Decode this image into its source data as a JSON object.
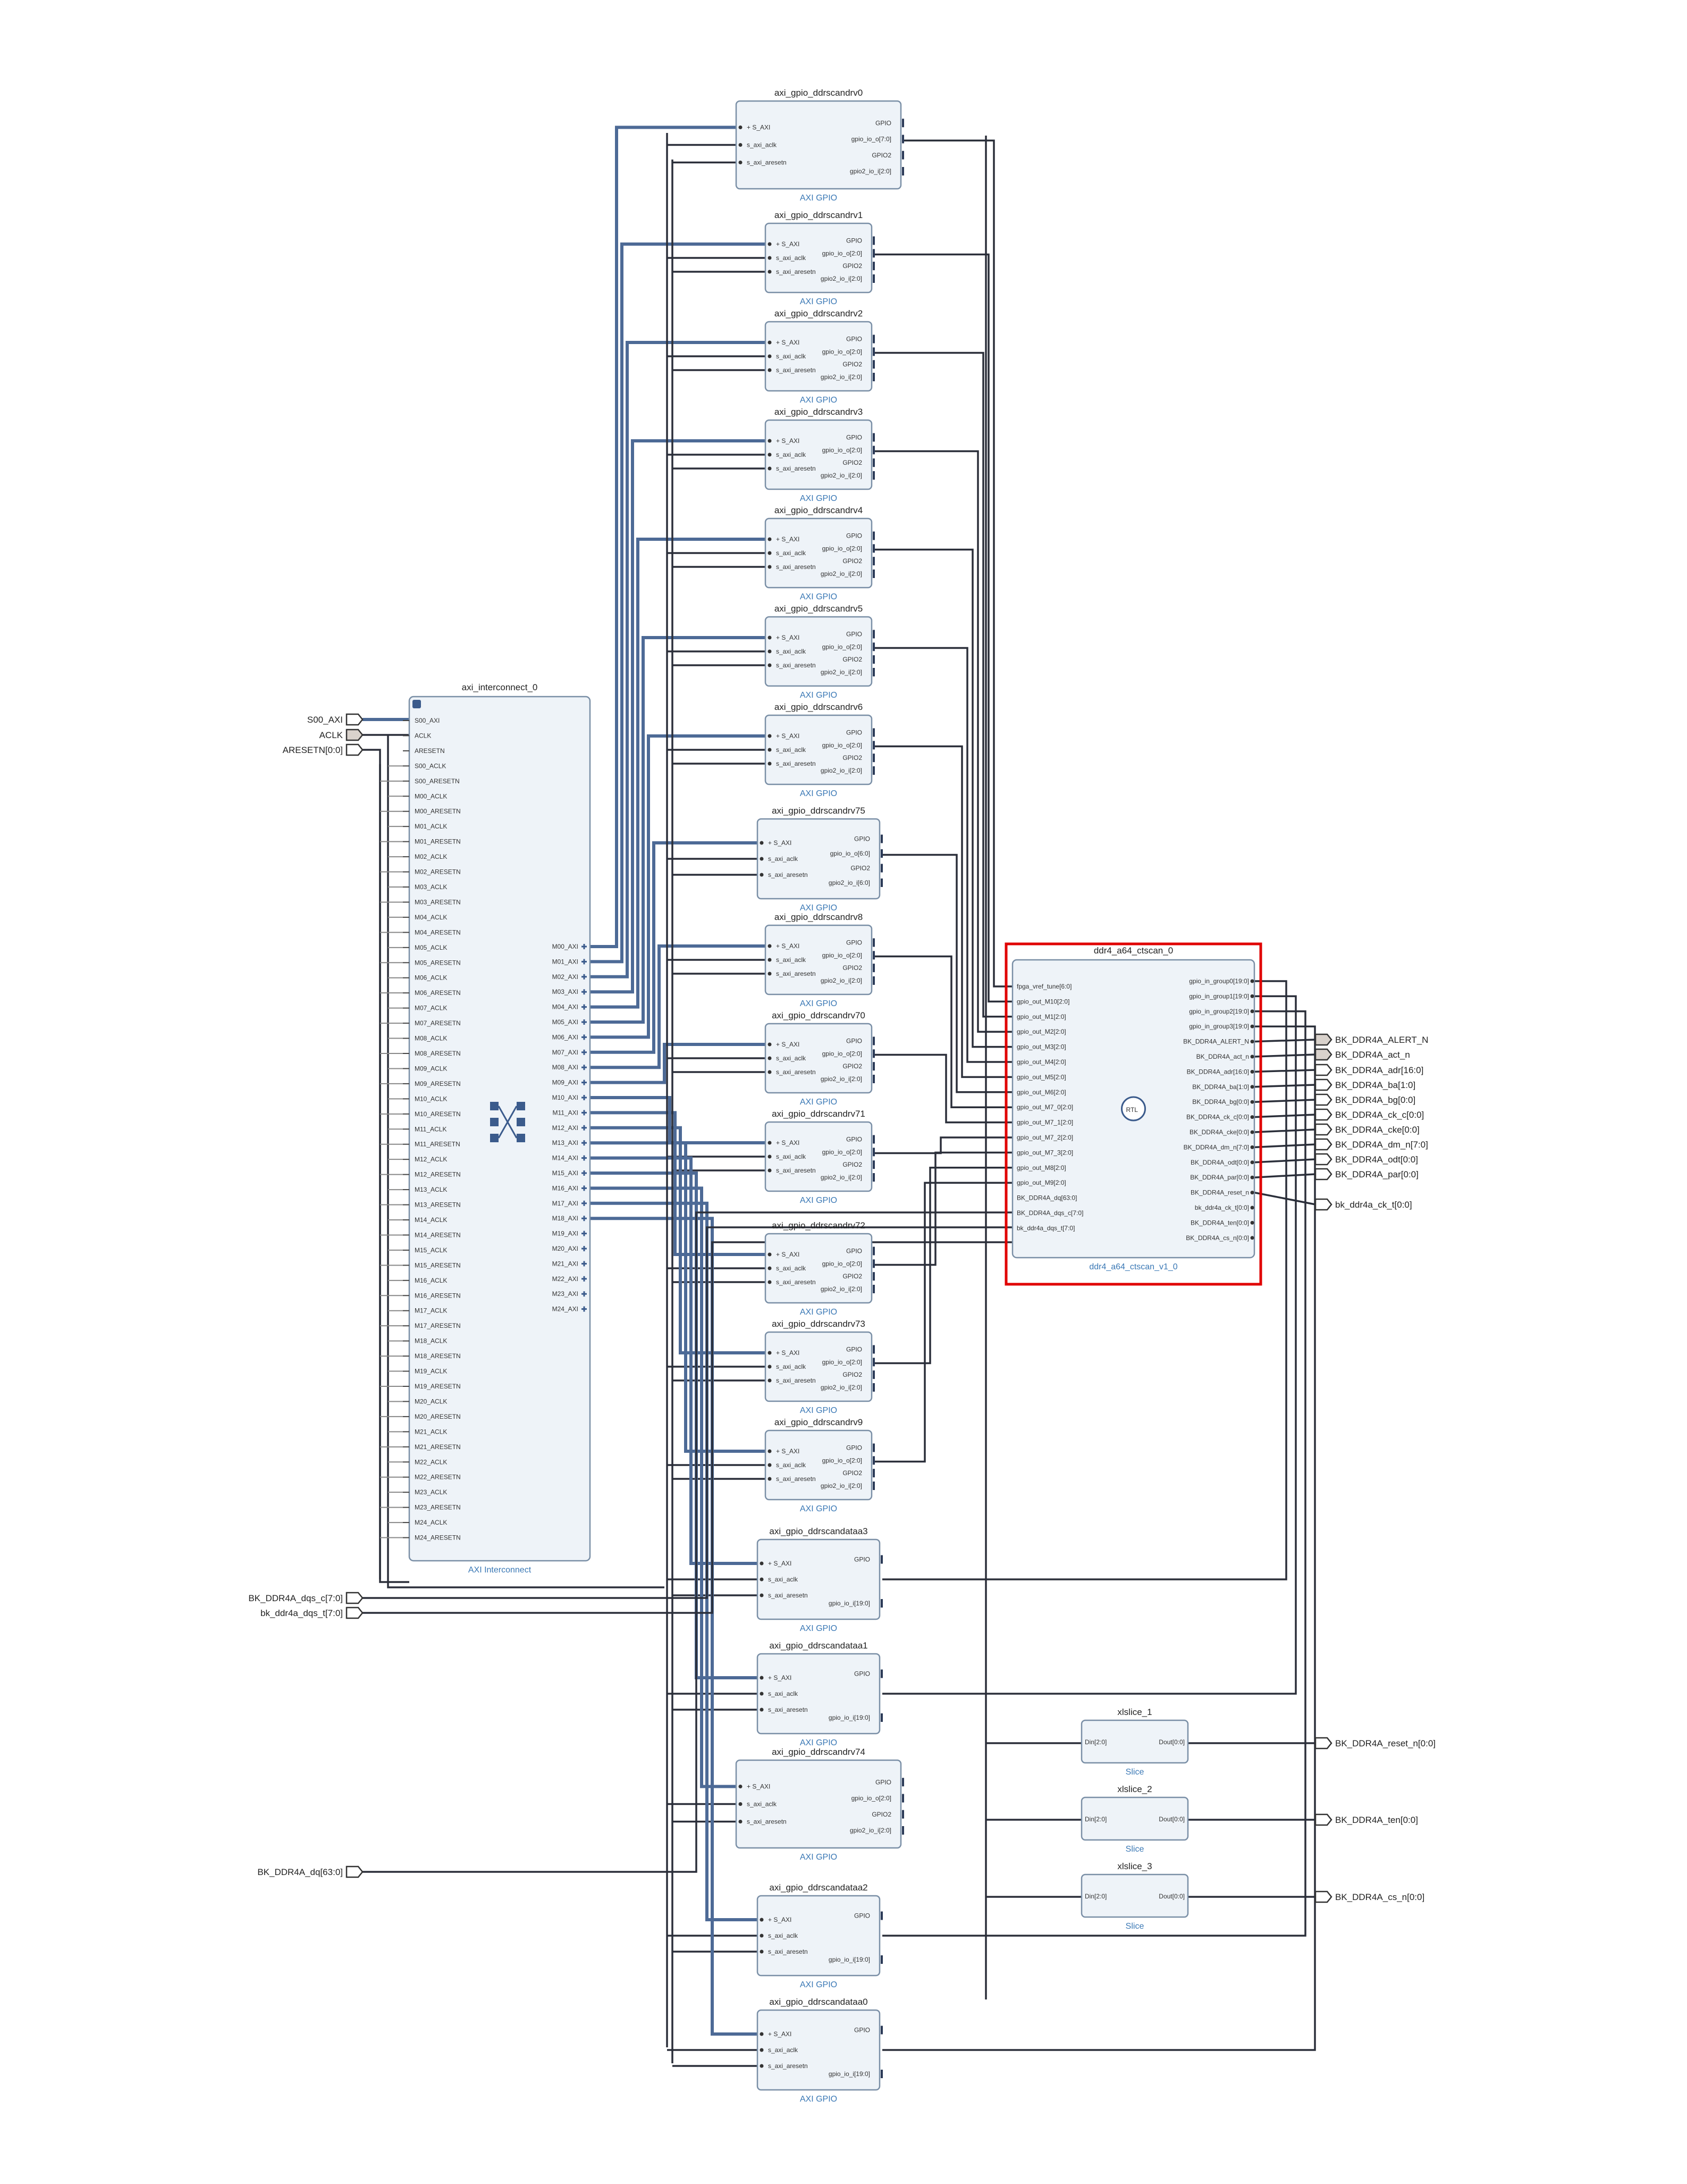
{
  "diagram": {
    "interconnect": {
      "title": "axi_interconnect_0",
      "subtitle": "AXI Interconnect",
      "left_pins": [
        "S00_AXI",
        "ACLK",
        "ARESETN",
        "S00_ACLK",
        "S00_ARESETN",
        "M00_ACLK",
        "M00_ARESETN",
        "M01_ACLK",
        "M01_ARESETN",
        "M02_ACLK",
        "M02_ARESETN",
        "M03_ACLK",
        "M03_ARESETN",
        "M04_ACLK",
        "M04_ARESETN",
        "M05_ACLK",
        "M05_ARESETN",
        "M06_ACLK",
        "M06_ARESETN",
        "M07_ACLK",
        "M07_ARESETN",
        "M08_ACLK",
        "M08_ARESETN",
        "M09_ACLK",
        "M09_ARESETN",
        "M10_ACLK",
        "M10_ARESETN",
        "M11_ACLK",
        "M11_ARESETN",
        "M12_ACLK",
        "M12_ARESETN",
        "M13_ACLK",
        "M13_ARESETN",
        "M14_ACLK",
        "M14_ARESETN",
        "M15_ACLK",
        "M15_ARESETN",
        "M16_ACLK",
        "M16_ARESETN",
        "M17_ACLK",
        "M17_ARESETN",
        "M18_ACLK",
        "M18_ARESETN",
        "M19_ACLK",
        "M19_ARESETN",
        "M20_ACLK",
        "M20_ARESETN",
        "M21_ACLK",
        "M21_ARESETN",
        "M22_ACLK",
        "M22_ARESETN",
        "M23_ACLK",
        "M23_ARESETN",
        "M24_ACLK",
        "M24_ARESETN"
      ],
      "right_pins": [
        "M00_AXI",
        "M01_AXI",
        "M02_AXI",
        "M03_AXI",
        "M04_AXI",
        "M05_AXI",
        "M06_AXI",
        "M07_AXI",
        "M08_AXI",
        "M09_AXI",
        "M10_AXI",
        "M11_AXI",
        "M12_AXI",
        "M13_AXI",
        "M14_AXI",
        "M15_AXI",
        "M16_AXI",
        "M17_AXI",
        "M18_AXI",
        "M19_AXI",
        "M20_AXI",
        "M21_AXI",
        "M22_AXI",
        "M23_AXI",
        "M24_AXI"
      ]
    },
    "gpio_blocks": [
      {
        "name": "axi_gpio_ddrscandrv0",
        "subtitle": "AXI GPIO",
        "left": [
          "S_AXI",
          "s_axi_aclk",
          "s_axi_aresetn"
        ],
        "right": [
          "GPIO",
          "gpio_io_o[7:0]",
          "GPIO2",
          "gpio2_io_i[2:0]"
        ]
      },
      {
        "name": "axi_gpio_ddrscandrv1",
        "subtitle": "AXI GPIO",
        "left": [
          "S_AXI",
          "s_axi_aclk",
          "s_axi_aresetn"
        ],
        "right": [
          "GPIO",
          "gpio_io_o[2:0]",
          "GPIO2",
          "gpio2_io_i[2:0]"
        ]
      },
      {
        "name": "axi_gpio_ddrscandrv2",
        "subtitle": "AXI GPIO",
        "left": [
          "S_AXI",
          "s_axi_aclk",
          "s_axi_aresetn"
        ],
        "right": [
          "GPIO",
          "gpio_io_o[2:0]",
          "GPIO2",
          "gpio2_io_i[2:0]"
        ]
      },
      {
        "name": "axi_gpio_ddrscandrv3",
        "subtitle": "AXI GPIO",
        "left": [
          "S_AXI",
          "s_axi_aclk",
          "s_axi_aresetn"
        ],
        "right": [
          "GPIO",
          "gpio_io_o[2:0]",
          "GPIO2",
          "gpio2_io_i[2:0]"
        ]
      },
      {
        "name": "axi_gpio_ddrscandrv4",
        "subtitle": "AXI GPIO",
        "left": [
          "S_AXI",
          "s_axi_aclk",
          "s_axi_aresetn"
        ],
        "right": [
          "GPIO",
          "gpio_io_o[2:0]",
          "GPIO2",
          "gpio2_io_i[2:0]"
        ]
      },
      {
        "name": "axi_gpio_ddrscandrv5",
        "subtitle": "AXI GPIO",
        "left": [
          "S_AXI",
          "s_axi_aclk",
          "s_axi_aresetn"
        ],
        "right": [
          "GPIO",
          "gpio_io_o[2:0]",
          "GPIO2",
          "gpio2_io_i[2:0]"
        ]
      },
      {
        "name": "axi_gpio_ddrscandrv6",
        "subtitle": "AXI GPIO",
        "left": [
          "S_AXI",
          "s_axi_aclk",
          "s_axi_aresetn"
        ],
        "right": [
          "GPIO",
          "gpio_io_o[2:0]",
          "GPIO2",
          "gpio2_io_i[2:0]"
        ]
      },
      {
        "name": "axi_gpio_ddrscandrv75",
        "subtitle": "AXI GPIO",
        "left": [
          "S_AXI",
          "s_axi_aclk",
          "s_axi_aresetn"
        ],
        "right": [
          "GPIO",
          "gpio_io_o[6:0]",
          "GPIO2",
          "gpio2_io_i[6:0]"
        ]
      },
      {
        "name": "axi_gpio_ddrscandrv8",
        "subtitle": "AXI GPIO",
        "left": [
          "S_AXI",
          "s_axi_aclk",
          "s_axi_aresetn"
        ],
        "right": [
          "GPIO",
          "gpio_io_o[2:0]",
          "GPIO2",
          "gpio2_io_i[2:0]"
        ]
      },
      {
        "name": "axi_gpio_ddrscandrv70",
        "subtitle": "AXI GPIO",
        "left": [
          "S_AXI",
          "s_axi_aclk",
          "s_axi_aresetn"
        ],
        "right": [
          "GPIO",
          "gpio_io_o[2:0]",
          "GPIO2",
          "gpio2_io_i[2:0]"
        ]
      },
      {
        "name": "axi_gpio_ddrscandrv71",
        "subtitle": "AXI GPIO",
        "left": [
          "S_AXI",
          "s_axi_aclk",
          "s_axi_aresetn"
        ],
        "right": [
          "GPIO",
          "gpio_io_o[2:0]",
          "GPIO2",
          "gpio2_io_i[2:0]"
        ]
      },
      {
        "name": "axi_gpio_ddrscandrv72",
        "subtitle": "AXI GPIO",
        "left": [
          "S_AXI",
          "s_axi_aclk",
          "s_axi_aresetn"
        ],
        "right": [
          "GPIO",
          "gpio_io_o[2:0]",
          "GPIO2",
          "gpio2_io_i[2:0]"
        ]
      },
      {
        "name": "axi_gpio_ddrscandrv73",
        "subtitle": "AXI GPIO",
        "left": [
          "S_AXI",
          "s_axi_aclk",
          "s_axi_aresetn"
        ],
        "right": [
          "GPIO",
          "gpio_io_o[2:0]",
          "GPIO2",
          "gpio2_io_i[2:0]"
        ]
      },
      {
        "name": "axi_gpio_ddrscandrv9",
        "subtitle": "AXI GPIO",
        "left": [
          "S_AXI",
          "s_axi_aclk",
          "s_axi_aresetn"
        ],
        "right": [
          "GPIO",
          "gpio_io_o[2:0]",
          "GPIO2",
          "gpio2_io_i[2:0]"
        ]
      },
      {
        "name": "axi_gpio_ddrscandataa3",
        "subtitle": "AXI GPIO",
        "left": [
          "S_AXI",
          "s_axi_aclk",
          "s_axi_aresetn"
        ],
        "right": [
          "GPIO",
          "gpio_io_i[19:0]"
        ]
      },
      {
        "name": "axi_gpio_ddrscandataa1",
        "subtitle": "AXI GPIO",
        "left": [
          "S_AXI",
          "s_axi_aclk",
          "s_axi_aresetn"
        ],
        "right": [
          "GPIO",
          "gpio_io_i[19:0]"
        ]
      },
      {
        "name": "axi_gpio_ddrscandrv74",
        "subtitle": "AXI GPIO",
        "left": [
          "S_AXI",
          "s_axi_aclk",
          "s_axi_aresetn"
        ],
        "right": [
          "GPIO",
          "gpio_io_o[2:0]",
          "GPIO2",
          "gpio2_io_i[2:0]"
        ]
      },
      {
        "name": "axi_gpio_ddrscandataa2",
        "subtitle": "AXI GPIO",
        "left": [
          "S_AXI",
          "s_axi_aclk",
          "s_axi_aresetn"
        ],
        "right": [
          "GPIO",
          "gpio_io_i[19:0]"
        ]
      },
      {
        "name": "axi_gpio_ddrscandataa0",
        "subtitle": "AXI GPIO",
        "left": [
          "S_AXI",
          "s_axi_aclk",
          "s_axi_aresetn"
        ],
        "right": [
          "GPIO",
          "gpio_io_i[19:0]"
        ]
      }
    ],
    "ddr_block": {
      "title": "ddr4_a64_ctscan_0",
      "subtitle": "ddr4_a64_ctscan_v1_0",
      "rtl_label": "RTL",
      "left": [
        "fpga_vref_tune[6:0]",
        "gpio_out_M10[2:0]",
        "gpio_out_M1[2:0]",
        "gpio_out_M2[2:0]",
        "gpio_out_M3[2:0]",
        "gpio_out_M4[2:0]",
        "gpio_out_M5[2:0]",
        "gpio_out_M6[2:0]",
        "gpio_out_M7_0[2:0]",
        "gpio_out_M7_1[2:0]",
        "gpio_out_M7_2[2:0]",
        "gpio_out_M7_3[2:0]",
        "gpio_out_M8[2:0]",
        "gpio_out_M9[2:0]",
        "BK_DDR4A_dq[63:0]",
        "BK_DDR4A_dqs_c[7:0]",
        "bk_ddr4a_dqs_t[7:0]"
      ],
      "right": [
        "gpio_in_group0[19:0]",
        "gpio_in_group1[19:0]",
        "gpio_in_group2[19:0]",
        "gpio_in_group3[19:0]",
        "BK_DDR4A_ALERT_N",
        "BK_DDR4A_act_n",
        "BK_DDR4A_adr[16:0]",
        "BK_DDR4A_ba[1:0]",
        "BK_DDR4A_bg[0:0]",
        "BK_DDR4A_ck_c[0:0]",
        "BK_DDR4A_cke[0:0]",
        "BK_DDR4A_dm_n[7:0]",
        "BK_DDR4A_odt[0:0]",
        "BK_DDR4A_par[0:0]",
        "BK_DDR4A_reset_n",
        "bk_ddr4a_ck_t[0:0]",
        "BK_DDR4A_ten[0:0]",
        "BK_DDR4A_cs_n[0:0]"
      ]
    },
    "slices": [
      {
        "name": "xlslice_1",
        "subtitle": "Slice",
        "din": "Din[2:0]",
        "dout": "Dout[0:0]"
      },
      {
        "name": "xlslice_2",
        "subtitle": "Slice",
        "din": "Din[2:0]",
        "dout": "Dout[0:0]"
      },
      {
        "name": "xlslice_3",
        "subtitle": "Slice",
        "din": "Din[2:0]",
        "dout": "Dout[0:0]"
      }
    ],
    "left_ports": [
      "S00_AXI",
      "ACLK",
      "ARESETN[0:0]",
      "BK_DDR4A_dqs_c[7:0]",
      "bk_ddr4a_dqs_t[7:0]",
      "BK_DDR4A_dq[63:0]"
    ],
    "right_ports": [
      "BK_DDR4A_ALERT_N",
      "BK_DDR4A_act_n",
      "BK_DDR4A_adr[16:0]",
      "BK_DDR4A_ba[1:0]",
      "BK_DDR4A_bg[0:0]",
      "BK_DDR4A_ck_c[0:0]",
      "BK_DDR4A_cke[0:0]",
      "BK_DDR4A_dm_n[7:0]",
      "BK_DDR4A_odt[0:0]",
      "BK_DDR4A_par[0:0]",
      "bk_ddr4a_ck_t[0:0]",
      "BK_DDR4A_reset_n[0:0]",
      "BK_DDR4A_ten[0:0]",
      "BK_DDR4A_cs_n[0:0]"
    ],
    "colors": {
      "block_fill": "#eef3f8",
      "block_stroke": "#7a8fa6",
      "bus": "#4d6a96",
      "net": "#2b2f3a",
      "highlight": "#e00000",
      "subtitle": "#3a78b5"
    }
  }
}
